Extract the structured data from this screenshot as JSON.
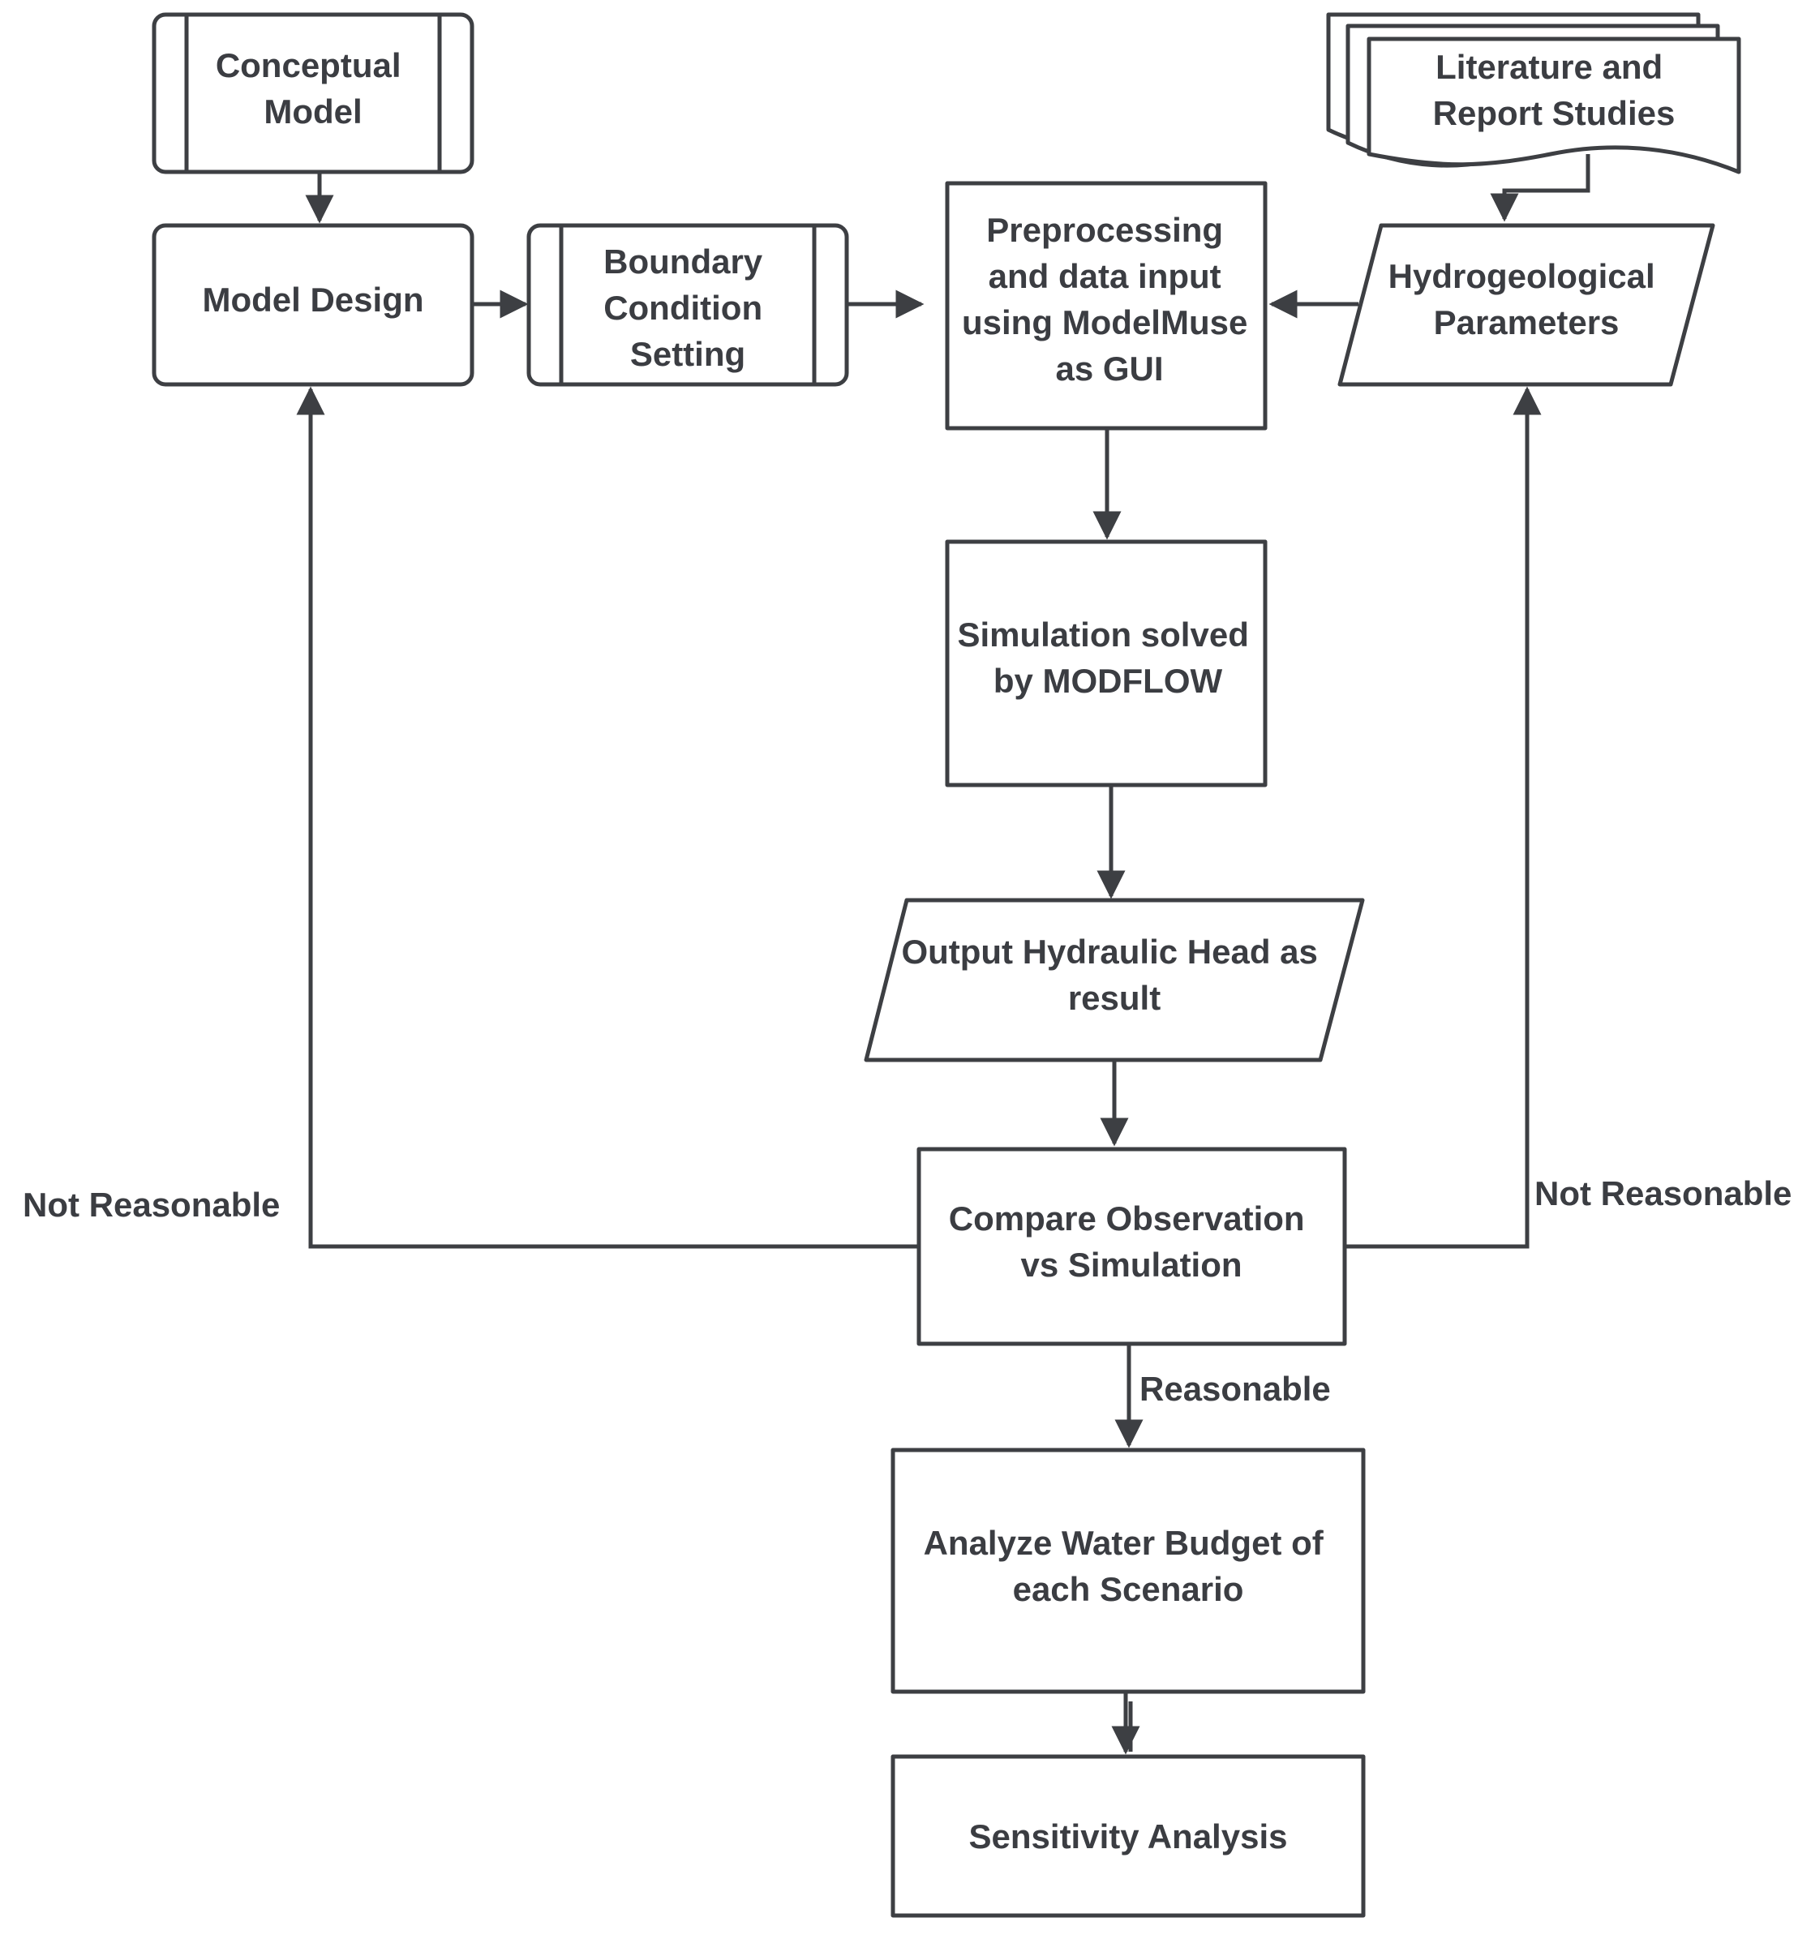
{
  "diagram": {
    "nodes": {
      "conceptual_model": {
        "lines": [
          "Conceptual",
          "Model"
        ]
      },
      "model_design": {
        "lines": [
          "Model Design"
        ]
      },
      "boundary_condition": {
        "lines": [
          "Boundary",
          "Condition",
          "Setting"
        ]
      },
      "preprocessing": {
        "lines": [
          "Preprocessing",
          "and data input",
          "using ModelMuse",
          "as GUI"
        ]
      },
      "literature": {
        "lines": [
          "Literature and",
          "Report Studies"
        ]
      },
      "hydrogeological": {
        "lines": [
          "Hydrogeological",
          "Parameters"
        ]
      },
      "simulation": {
        "lines": [
          "Simulation solved",
          "by MODFLOW"
        ]
      },
      "output_head": {
        "lines": [
          "Output Hydraulic Head as",
          "result"
        ]
      },
      "compare": {
        "lines": [
          "Compare Observation",
          "vs Simulation"
        ]
      },
      "water_budget": {
        "lines": [
          "Analyze Water Budget of",
          "each Scenario"
        ]
      },
      "sensitivity": {
        "lines": [
          "Sensitivity Analysis"
        ]
      }
    },
    "edge_labels": {
      "not_reasonable_left": "Not Reasonable",
      "not_reasonable_right": "Not Reasonable",
      "reasonable": "Reasonable"
    }
  }
}
